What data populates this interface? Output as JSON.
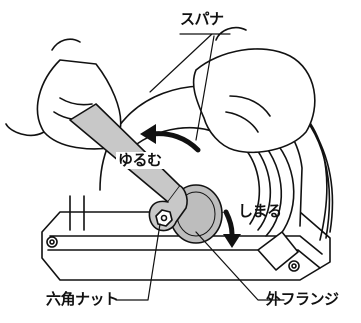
{
  "labels": {
    "spanner": "スパナ",
    "loosen": "ゆるむ",
    "tighten": "しまる",
    "hex_nut": "六角ナット",
    "outer_flange": "外フランジ"
  },
  "colors": {
    "line": "#111111",
    "spanner_fill": "#c8c8c8",
    "flange_fill": "#bdbdbd",
    "background": "#ffffff"
  },
  "icons": {
    "loosen_arrow": "curved-arrow-counterclockwise",
    "tighten_arrow": "arrow-down"
  }
}
